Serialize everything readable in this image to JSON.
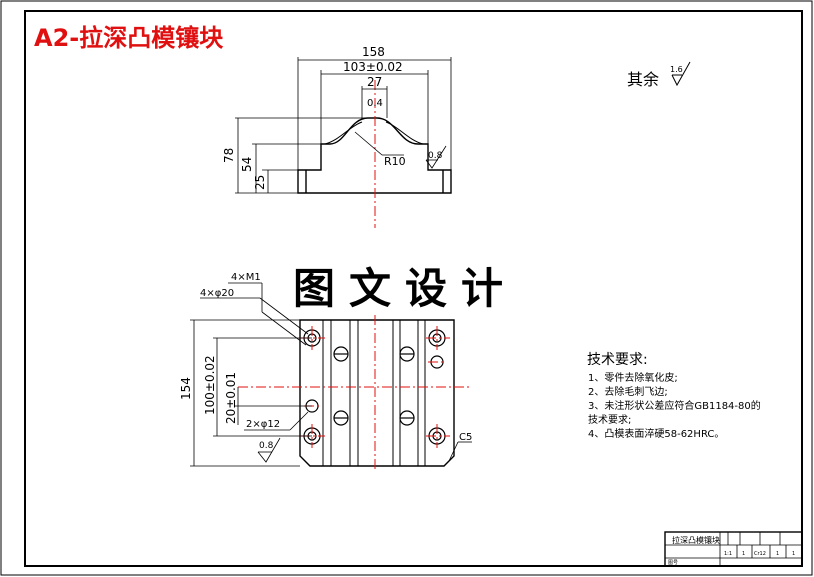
{
  "title": "A2-拉深凸模镶块",
  "watermark": "图文设计",
  "roughness_note": {
    "prefix": "其余",
    "value": "1.6"
  },
  "front_view": {
    "dim_width_overall": "158",
    "dim_width_inner": "103±0.02",
    "dim_top": "27",
    "dim_top_small": "0.4",
    "dim_height": "78",
    "dim_height_mid": "54",
    "dim_height_low": "25",
    "radius_label": "R10",
    "roughness": "0.8"
  },
  "top_view": {
    "thread_label": "4×M1",
    "hole_label": "4×φ20",
    "dim_height": "154",
    "dim_pitch": "100±0.02",
    "dim_small": "20±0.01",
    "pin_label": "2×φ12",
    "roughness": "0.8",
    "chamfer": "C5"
  },
  "tech_requirements": {
    "heading": "技术要求:",
    "items": [
      "1、零件去除氧化皮;",
      "2、去除毛刺飞边;",
      "3、未注形状公差应符合GB1184-80的",
      " 技术要求;",
      "4、凸模表面淬硬58-62HRC。"
    ]
  },
  "title_block": {
    "part_name": "拉深凸模镶块",
    "cells": [
      "1:1",
      "1",
      "Cr12",
      "1",
      "1"
    ],
    "bottom_text": "图号"
  },
  "colors": {
    "title": "#e01010",
    "centerline": "#e01010",
    "line": "#000000",
    "background": "#ffffff"
  }
}
